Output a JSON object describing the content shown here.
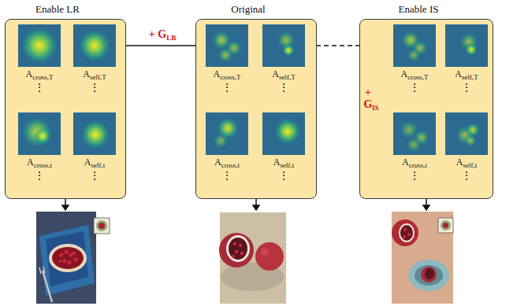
{
  "diagram": {
    "nodes": [
      {
        "text": [
          "Enable LR"
        ]
      },
      {
        "text": [
          "A",
          "cross,T"
        ],
        "in": 0
      },
      {
        "text": [
          "A",
          "self,T"
        ],
        "in": 0
      },
      {
        "text": [
          "A",
          "cross,t"
        ],
        "in": 0
      },
      {
        "text": [
          "A",
          "self,t"
        ],
        "in": 0
      },
      {
        "text": [
          "Original"
        ]
      },
      {
        "text": [
          "A",
          "cross,T"
        ],
        "in": 5
      },
      {
        "text": [
          "A",
          "self,T"
        ],
        "in": 5
      },
      {
        "text": [
          "A",
          "cross,t"
        ],
        "in": 5
      },
      {
        "text": [
          "A",
          "self,t"
        ],
        "in": 5
      },
      {
        "text": [
          "Enable IS"
        ]
      },
      {
        "text": [
          "A",
          "cross,T"
        ],
        "in": 10
      },
      {
        "text": [
          "A",
          "self,T"
        ],
        "in": 10
      },
      {
        "text": [
          "A",
          "cross,t"
        ],
        "in": 10
      },
      {
        "text": [
          "A",
          "self,t"
        ],
        "in": 10
      }
    ],
    "edges": [
      {
        "from": 6,
        "to": 2,
        "arrow": "to",
        "label": "+ G"
      },
      {
        "from": 7,
        "to": 11,
        "arrow": "to"
      },
      {
        "from": 11,
        "to": 13,
        "arrow": "to",
        "label": "+ G"
      }
    ],
    "labels": [
      "⋮",
      "⋮",
      "⋮",
      "⋮",
      "⋮",
      "⋮",
      "⋮",
      "⋮",
      "⋮",
      "⋮",
      "⋮",
      "⋮",
      "LR",
      "IS"
    ]
  }
}
